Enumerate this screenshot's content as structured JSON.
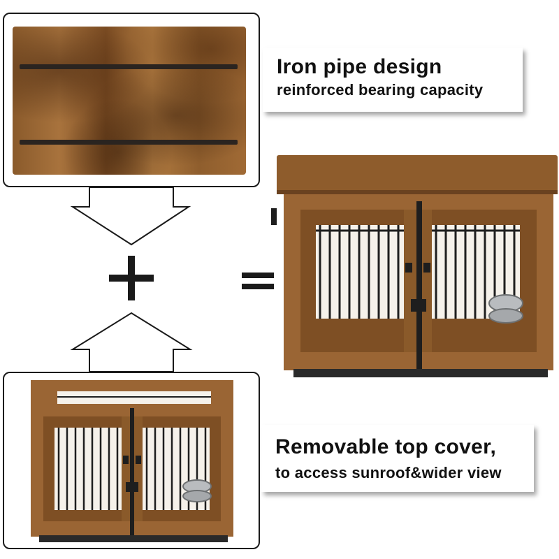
{
  "callouts": {
    "top": {
      "title": "Iron pipe design",
      "subtitle": "reinforced bearing capacity"
    },
    "bottom": {
      "title": "Removable top cover,",
      "subtitle": "to access sunroof&wider view"
    }
  },
  "symbols": {
    "plus": "+",
    "equals": "="
  },
  "colors": {
    "wood": "#8a5a2b",
    "metal": "#1e1e1e",
    "outline": "#1a1a1a"
  }
}
